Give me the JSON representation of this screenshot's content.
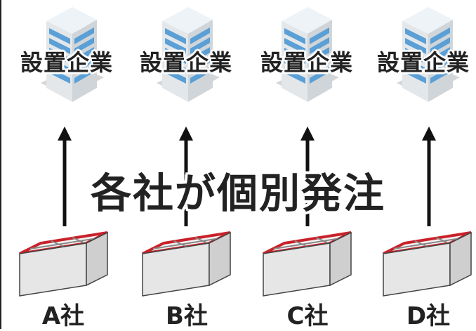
{
  "buildings": [
    {
      "label": "設置企業"
    },
    {
      "label": "設置企業"
    },
    {
      "label": "設置企業"
    },
    {
      "label": "設置企業"
    }
  ],
  "center_text": "各社が個別発注",
  "suppliers": [
    {
      "label": "A社"
    },
    {
      "label": "B社"
    },
    {
      "label": "C社"
    },
    {
      "label": "D社"
    }
  ],
  "colors": {
    "building_glass": "#5a9fd6",
    "building_wall": "#dfe3e6",
    "box_outline": "#c8222a",
    "box_body": "#e6e6e6",
    "arrow": "#111111"
  }
}
